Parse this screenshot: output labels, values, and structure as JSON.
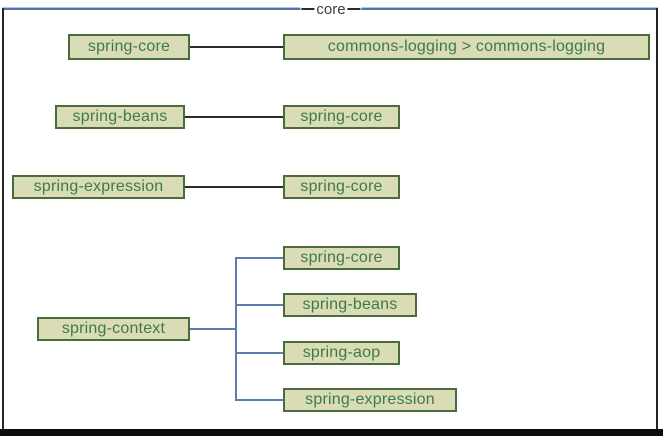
{
  "diagram": {
    "frame": {
      "label": "core"
    },
    "nodes": [
      {
        "label": "spring-core"
      },
      {
        "label": "commons-logging > commons-logging"
      },
      {
        "label": "spring-beans"
      },
      {
        "label": "spring-core"
      },
      {
        "label": "spring-expression"
      },
      {
        "label": "spring-core"
      },
      {
        "label": "spring-context"
      },
      {
        "label": "spring-core"
      },
      {
        "label": "spring-beans"
      },
      {
        "label": "spring-aop"
      },
      {
        "label": "spring-expression"
      }
    ],
    "edges": [
      {
        "from": "spring-core",
        "to": "commons-logging > commons-logging"
      },
      {
        "from": "spring-beans",
        "to": "spring-core"
      },
      {
        "from": "spring-expression",
        "to": "spring-core"
      },
      {
        "from": "spring-context",
        "to": "spring-core"
      },
      {
        "from": "spring-context",
        "to": "spring-beans"
      },
      {
        "from": "spring-context",
        "to": "spring-aop"
      },
      {
        "from": "spring-context",
        "to": "spring-expression"
      }
    ],
    "colors": {
      "node_fill": "#d9dcb4",
      "node_border": "#4a6b3b",
      "node_text": "#3e7a4c",
      "edge_black": "#2b2b2b",
      "edge_blue": "#5b7cb0",
      "frame_top_blue": "#4f73ae",
      "frame_side_black": "#242424",
      "frame_label_text": "#3f3f3f"
    }
  }
}
